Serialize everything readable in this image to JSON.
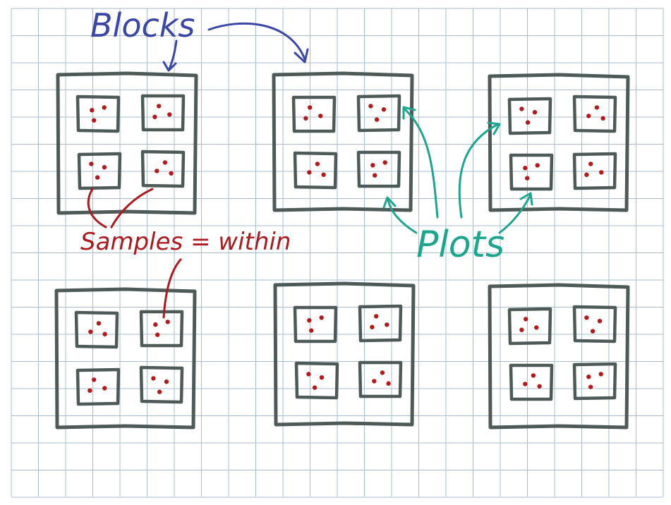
{
  "labels": {
    "blocks": "Blocks",
    "samples": "Samples = within",
    "plots": "Plots"
  },
  "colors": {
    "paper": "#ffffff",
    "grid": "#a9bccf",
    "block_stroke": "#4d5a58",
    "blocks_ink": "#3b47a5",
    "samples_ink": "#ab1a1e",
    "plots_ink": "#1da58e",
    "dot": "#b4191c"
  },
  "diagram": {
    "rows": 2,
    "columns": 3,
    "plots_per_block": 4,
    "samples_per_plot": 3
  }
}
